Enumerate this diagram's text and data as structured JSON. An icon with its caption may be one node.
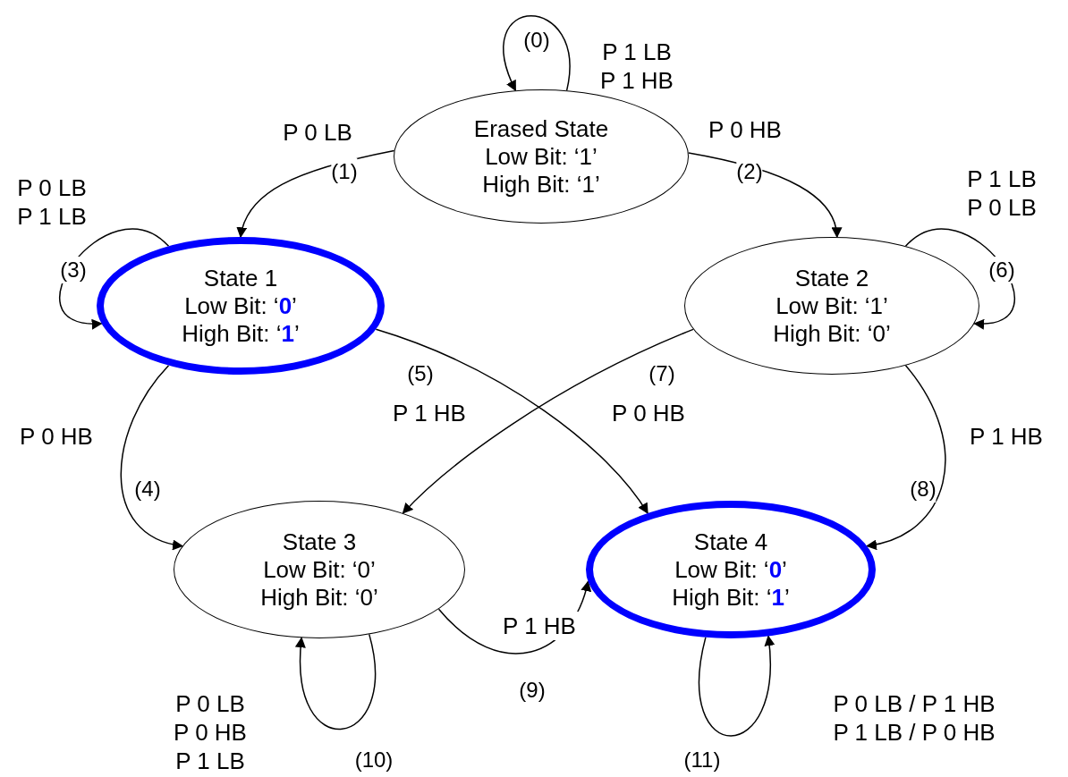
{
  "diagram": {
    "nodes": [
      {
        "text": [
          "Erased State",
          "Low Bit: ‘1’",
          "High Bit: ‘1’"
        ]
      },
      {
        "text": [
          "State 1",
          "Low Bit: ‘**0**’",
          "High Bit: ‘**1**’"
        ]
      },
      {
        "text": [
          "State 2",
          "Low Bit: ‘1’",
          "High Bit: ‘0’"
        ]
      },
      {
        "text": [
          "State 3",
          "Low Bit: ‘0’",
          "High Bit: ‘0’"
        ]
      },
      {
        "text": [
          "State 4",
          "Low Bit: ‘**0**’",
          "High Bit: ‘**1**’"
        ]
      }
    ],
    "edges": [
      {
        "from": 0,
        "to": 0,
        "arrow": "to",
        "label": "P 1 LB P 1 HB"
      },
      {
        "from": 0,
        "to": 1,
        "arrow": "to",
        "label": "P 0 LB"
      },
      {
        "from": 0,
        "to": 2,
        "arrow": "to",
        "label": "P 0 HB"
      },
      {
        "from": 1,
        "to": 1,
        "arrow": "to",
        "label": "P 0 LB P 1 LB"
      },
      {
        "from": 1,
        "to": 3,
        "arrow": "to",
        "label": "P 0 HB"
      },
      {
        "from": 1,
        "to": 4,
        "arrow": "to",
        "label": "P 1 HB"
      },
      {
        "from": 2,
        "to": 2,
        "arrow": "to",
        "label": "P 1 LB P 0 LB"
      },
      {
        "from": 2,
        "to": 3,
        "arrow": "to",
        "label": "P 0 HB"
      },
      {
        "from": 2,
        "to": 4,
        "arrow": "to",
        "label": "P 1 HB"
      },
      {
        "from": 3,
        "to": 4,
        "arrow": "to",
        "label": "P 1 HB"
      },
      {
        "from": 3,
        "to": 3,
        "arrow": "to",
        "label": "P 0 LB P 0 HB P 1 LB"
      },
      {
        "from": 4,
        "to": 4,
        "arrow": "to",
        "label": "P 0 LB / P 1 HB P 1 LB / P 0 HB"
      }
    ],
    "labels": [
      "(0)",
      "(1)",
      "(2)",
      "(3)",
      "(4)",
      "(5)",
      "(6)",
      "(7)",
      "(8)",
      "(9)",
      "(10)",
      "(11)"
    ]
  }
}
